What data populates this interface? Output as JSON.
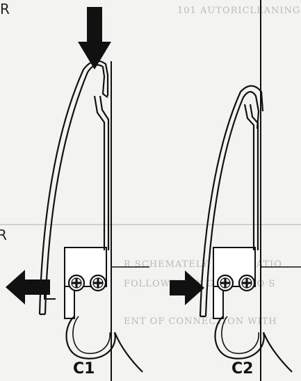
{
  "diagram": {
    "labels": {
      "c1": "C1",
      "c2": "C2"
    },
    "edge_marks": {
      "top": "R",
      "middle": "R"
    },
    "bleed_text": [
      "101 AUTORICLEANING",
      "R SCHEMATELY EXAMINATIO",
      "FOLLOWED BY GIVING TO S",
      "ENT OF CONNECTION WITH"
    ],
    "colors": {
      "ink": "#111111",
      "paper": "#f3f3f1",
      "bleed": "#b9b9b9"
    }
  }
}
